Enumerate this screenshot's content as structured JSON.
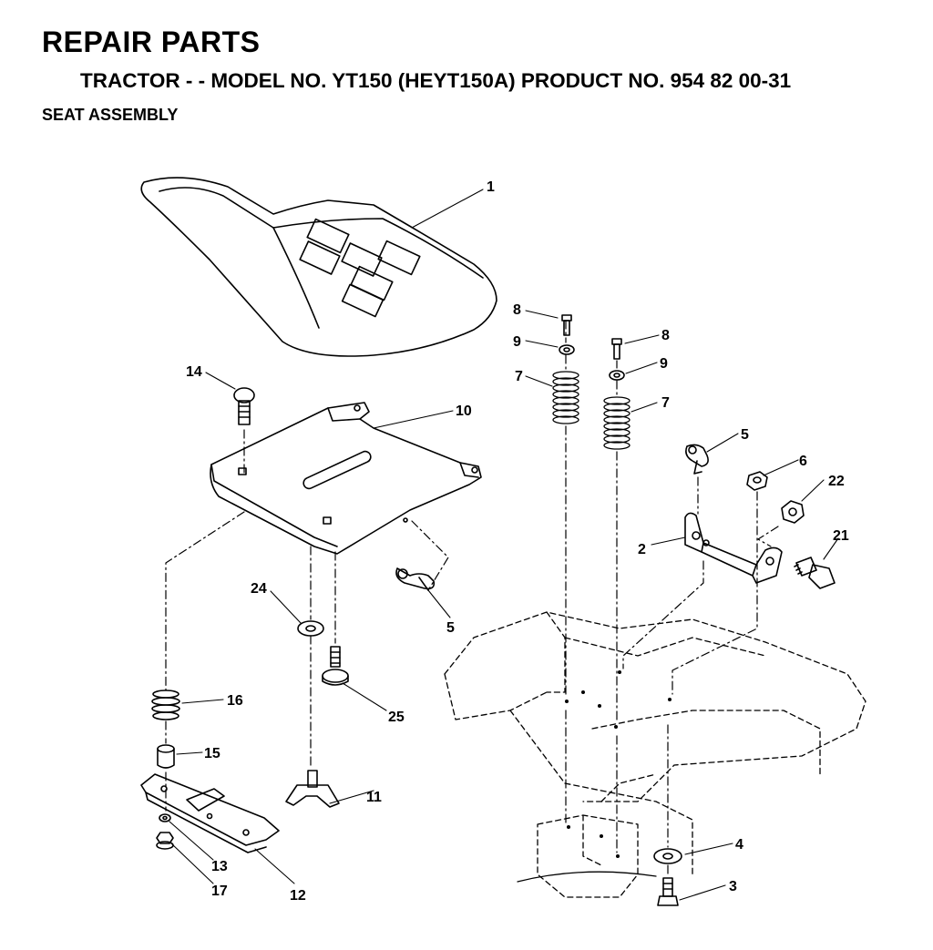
{
  "header": {
    "title": "REPAIR PARTS",
    "subtitle": "TRACTOR - - MODEL NO. YT150 (HEYT150A) PRODUCT NO. 954 82 00-31",
    "section": "SEAT ASSEMBLY"
  },
  "callouts": {
    "p1": "1",
    "p2": "2",
    "p3": "3",
    "p4": "4",
    "p5a": "5",
    "p5b": "5",
    "p6": "6",
    "p7a": "7",
    "p7b": "7",
    "p8a": "8",
    "p8b": "8",
    "p9a": "9",
    "p9b": "9",
    "p10": "10",
    "p11": "11",
    "p12": "12",
    "p13": "13",
    "p14": "14",
    "p15": "15",
    "p16": "16",
    "p17": "17",
    "p21": "21",
    "p22": "22",
    "p24": "24",
    "p25": "25"
  }
}
